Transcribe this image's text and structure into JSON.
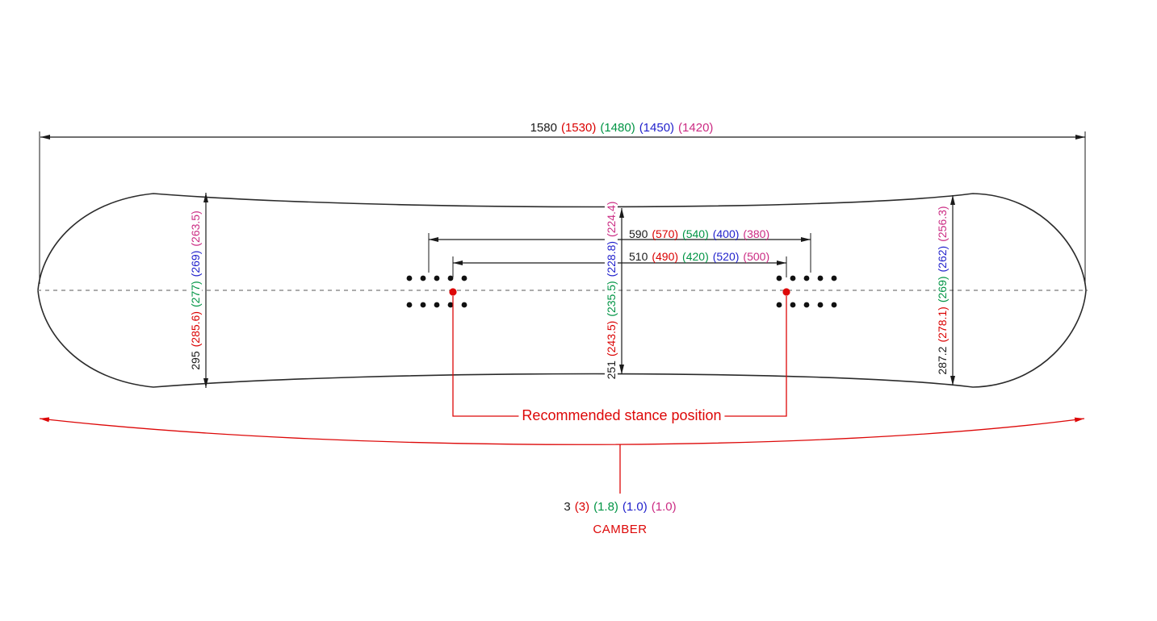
{
  "colors": {
    "c1": "#1a1a1a",
    "c2": "#da0000",
    "c3": "#009444",
    "c4": "#2222cc",
    "c5": "#cb2b83",
    "line": "#1a1a1a",
    "red": "#dd0808",
    "centerline": "#7a7a7a"
  },
  "dims": {
    "overall_length": {
      "values": [
        "1580",
        "(1530)",
        "(1480)",
        "(1450)",
        "(1420)"
      ]
    },
    "nose_width": {
      "values": [
        "295",
        "(285.6)",
        "(277)",
        "(269)",
        "(263.5)"
      ]
    },
    "waist_width": {
      "values": [
        "251",
        "(243.5)",
        "(235.5)",
        "(228.8)",
        "(224.4)"
      ]
    },
    "tail_width": {
      "values": [
        "287.2",
        "(278.1)",
        "(269)",
        "(262)",
        "(256.3)"
      ]
    },
    "reference_stance": {
      "values": [
        "590",
        "(570)",
        "(540)",
        "(400)",
        "(380)"
      ]
    },
    "stance_width": {
      "values": [
        "510",
        "(490)",
        "(420)",
        "(520)",
        "(500)"
      ]
    },
    "camber_height": {
      "values": [
        "3",
        "(3)",
        "(1.8)",
        "(1.0)",
        "(1.0)"
      ]
    }
  },
  "labels": {
    "stance_position": "Recommended stance position",
    "camber": "CAMBER"
  }
}
